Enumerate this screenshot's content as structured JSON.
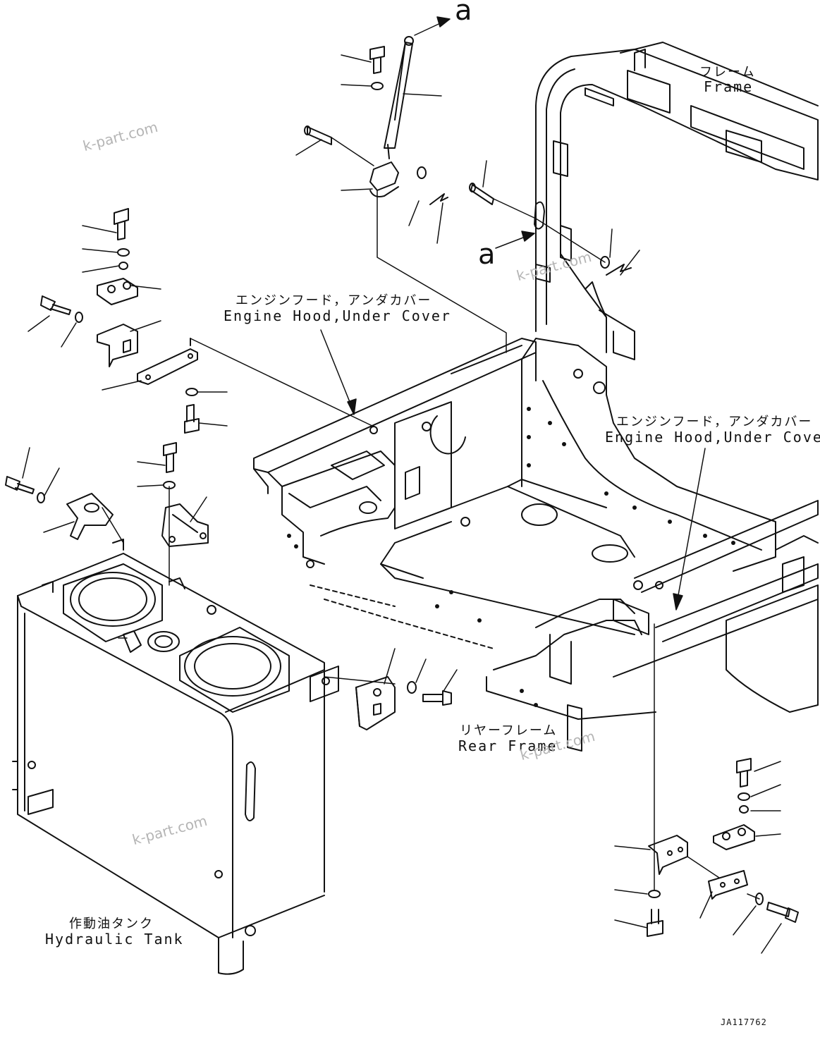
{
  "labels": {
    "frame_jp": "フレーム",
    "frame_en": "Frame",
    "engine_hood_top_jp": "エンジンフード，アンダカバー",
    "engine_hood_top_en": "Engine Hood,Under Cover",
    "engine_hood_right_jp": "エンジンフード，アンダカバー",
    "engine_hood_right_en": "Engine Hood,Under Cover",
    "rear_frame_jp": "リヤーフレーム",
    "rear_frame_en": "Rear Frame",
    "hydraulic_tank_jp": "作動油タンク",
    "hydraulic_tank_en": "Hydraulic Tank"
  },
  "markers": {
    "a_top": "a",
    "a_mid": "a"
  },
  "watermarks": [
    "k-part.com",
    "k-part.com",
    "k-part.com",
    "k-part.com"
  ],
  "drawing_code": "JA117762"
}
